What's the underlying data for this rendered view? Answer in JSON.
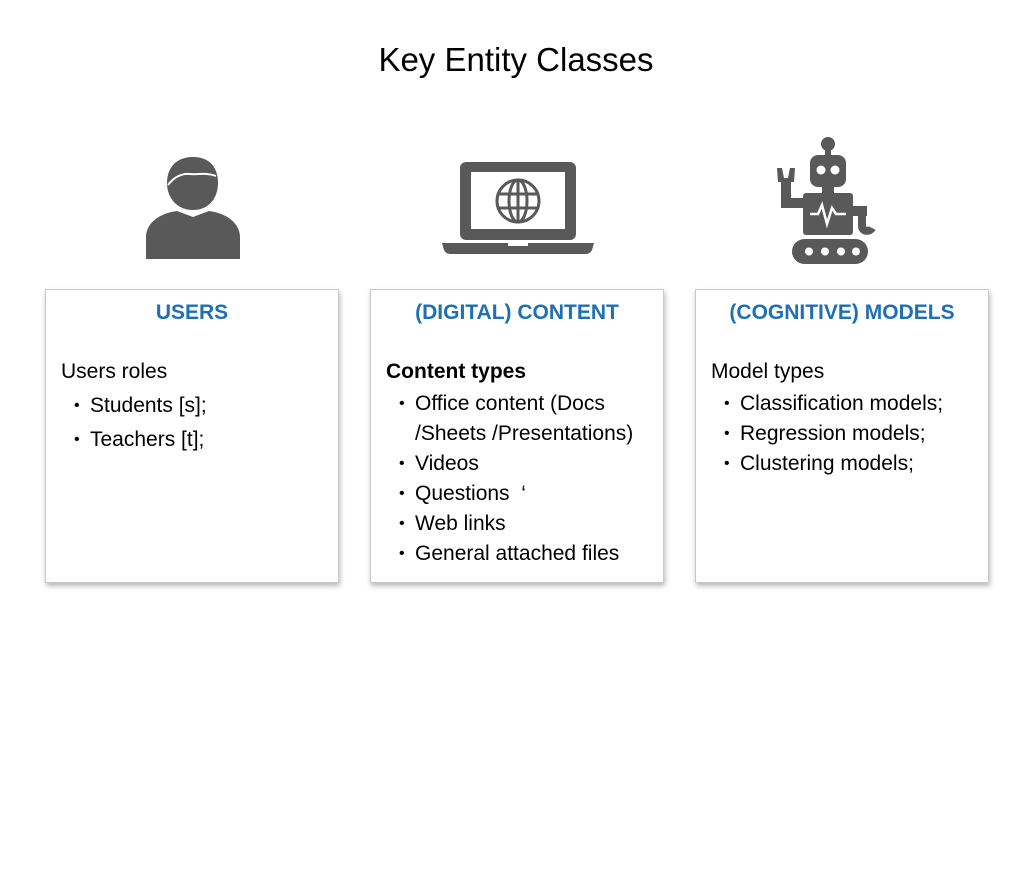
{
  "page": {
    "title": "Key Entity Classes"
  },
  "colors": {
    "heading_blue": "#1e6fb4",
    "icon_gray": "#595959",
    "card_border": "#c9c9c9"
  },
  "icons": {
    "users": "person-icon",
    "content": "laptop-globe-icon",
    "models": "robot-icon"
  },
  "cards": {
    "users": {
      "title": "USERS",
      "subtitle": "Users roles",
      "items": [
        "Students [s];",
        "Teachers [t];"
      ]
    },
    "content": {
      "title": "(DIGITAL) CONTENT",
      "subtitle": "Content types",
      "items": [
        "Office content (Docs /Sheets /Presentations)",
        "Videos",
        "Questions  ‘",
        "Web links",
        "General attached files"
      ]
    },
    "models": {
      "title": "(COGNITIVE) MODELS",
      "subtitle": "Model types",
      "items": [
        "Classification models;",
        "Regression models;",
        "Clustering models;"
      ]
    }
  }
}
